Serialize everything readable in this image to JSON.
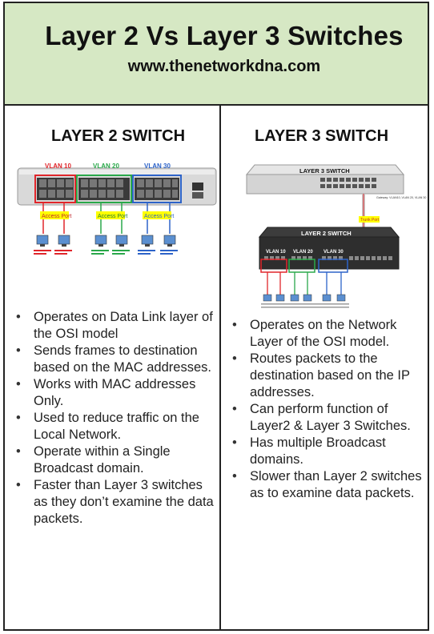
{
  "header": {
    "title": "Layer 2 Vs Layer 3 Switches",
    "website": "www.thenetworkdna.com"
  },
  "layer2": {
    "heading": "LAYER 2 SWITCH",
    "vlans": [
      "VLAN 10",
      "VLAN 20",
      "VLAN 30"
    ],
    "access_port_label": "Access Port",
    "points": [
      "Operates on Data Link layer of the OSI model",
      "Sends frames to destination based on the MAC addresses.",
      "Works with MAC addresses Only.",
      "Used to reduce traffic on the Local Network.",
      "Operate within a Single Broadcast domain.",
      "Faster than Layer 3 switches as they don’t examine the data packets."
    ],
    "colors": {
      "vlan10": "#e0262b",
      "vlan20": "#2aa84a",
      "vlan30": "#2d63c8",
      "label_bg": "#ffff00"
    }
  },
  "layer3": {
    "heading": "LAYER 3 SWITCH",
    "l3_switch_label": "LAYER 3 SWITCH",
    "l2_switch_label": "LAYER 2 SWITCH",
    "trunk_label": "Trunk Port",
    "gateway_label": "Gateway: VLAN10, VLAN 20, VLAN 30",
    "vlans": [
      "VLAN 10",
      "VLAN 20",
      "VLAN 30"
    ],
    "points": [
      "Operates on the Network Layer of the OSI model.",
      "Routes packets to the destination based on the IP addresses.",
      "Can perform function of Layer2 & Layer 3 Switches.",
      "Has multiple Broadcast domains.",
      "Slower than Layer 2 switches as to examine data packets."
    ]
  }
}
